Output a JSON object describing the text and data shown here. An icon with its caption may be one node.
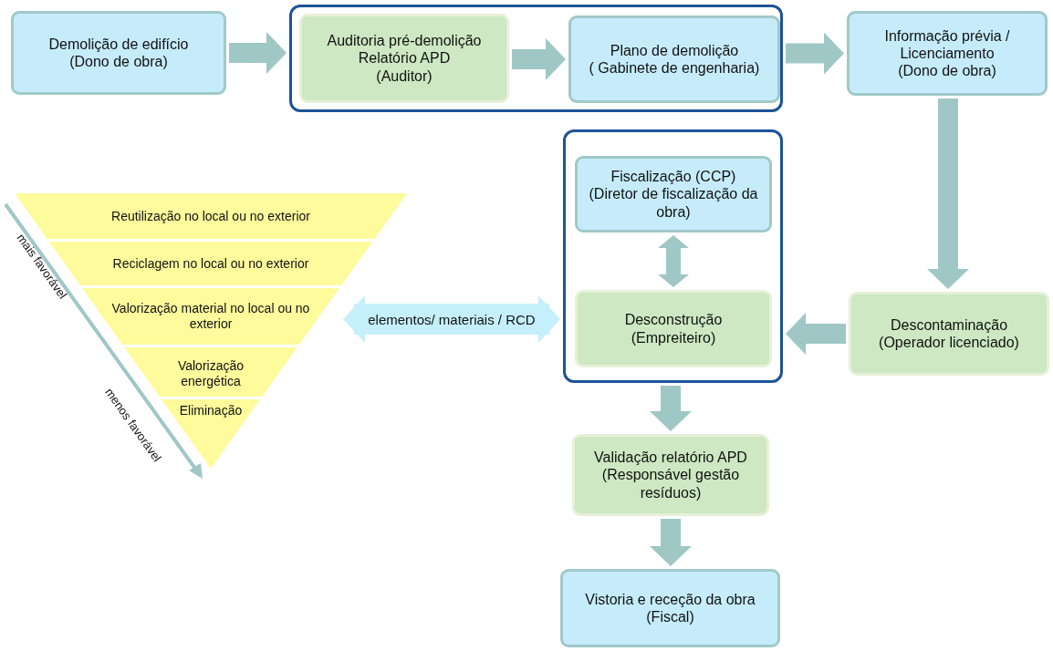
{
  "diagram": {
    "nodes": [
      {
        "text": [
          "Demolição de edifício",
          "(Dono de obra)"
        ]
      },
      {
        "text": [],
        "shape": "box"
      },
      {
        "text": [
          "Auditoria pré-demolição",
          "Relatório APD",
          "(Auditor)"
        ],
        "in": 1
      },
      {
        "text": [
          "Plano de demolição",
          "( Gabinete de engenharia)"
        ],
        "in": 1
      },
      {
        "text": [
          "Informação prévia / Licenciamento",
          "(Dono de obra)"
        ]
      },
      {
        "text": [],
        "shape": "box"
      },
      {
        "text": [
          "Fiscalização (CCP)",
          "(Diretor de fiscalização da obra)"
        ],
        "in": 5
      },
      {
        "text": [
          "Desconstrução",
          "(Empreiteiro)"
        ],
        "in": 5
      },
      {
        "text": [
          "Descontaminação",
          "(Operador licenciado)"
        ]
      },
      {
        "text": [
          "Validação relatório APD",
          "(Responsável gestão resíduos)"
        ]
      },
      {
        "text": [
          "Vistoria e receção da obra",
          "(Fiscal)"
        ]
      },
      {
        "text": [
          "Reutilização no local ou no exterior"
        ]
      },
      {
        "text": [
          "Reciclagem no local ou no exterior"
        ]
      },
      {
        "text": [
          "Valorização material no local ou no exterior"
        ]
      },
      {
        "text": [
          "Valorização energética"
        ]
      },
      {
        "text": [
          "Eliminação"
        ]
      }
    ],
    "edges": [
      {
        "from": 0,
        "to": 1,
        "arrow": "to"
      },
      {
        "from": 2,
        "to": 3,
        "arrow": "to"
      },
      {
        "from": 1,
        "to": 4,
        "arrow": "to"
      },
      {
        "from": 4,
        "to": 8,
        "arrow": "to"
      },
      {
        "from": 8,
        "to": 5,
        "arrow": "to"
      },
      {
        "from": 6,
        "to": 7,
        "arrow": "both"
      },
      {
        "from": 13,
        "to": 5,
        "arrow": "both",
        "label": "elementos/ materiais / RCD",
        "color": "#c6effc"
      },
      {
        "from": 5,
        "to": 9,
        "arrow": "to"
      },
      {
        "from": 9,
        "to": 10,
        "arrow": "to"
      }
    ],
    "labels": [
      "mais favorável",
      "menos favorável"
    ]
  }
}
